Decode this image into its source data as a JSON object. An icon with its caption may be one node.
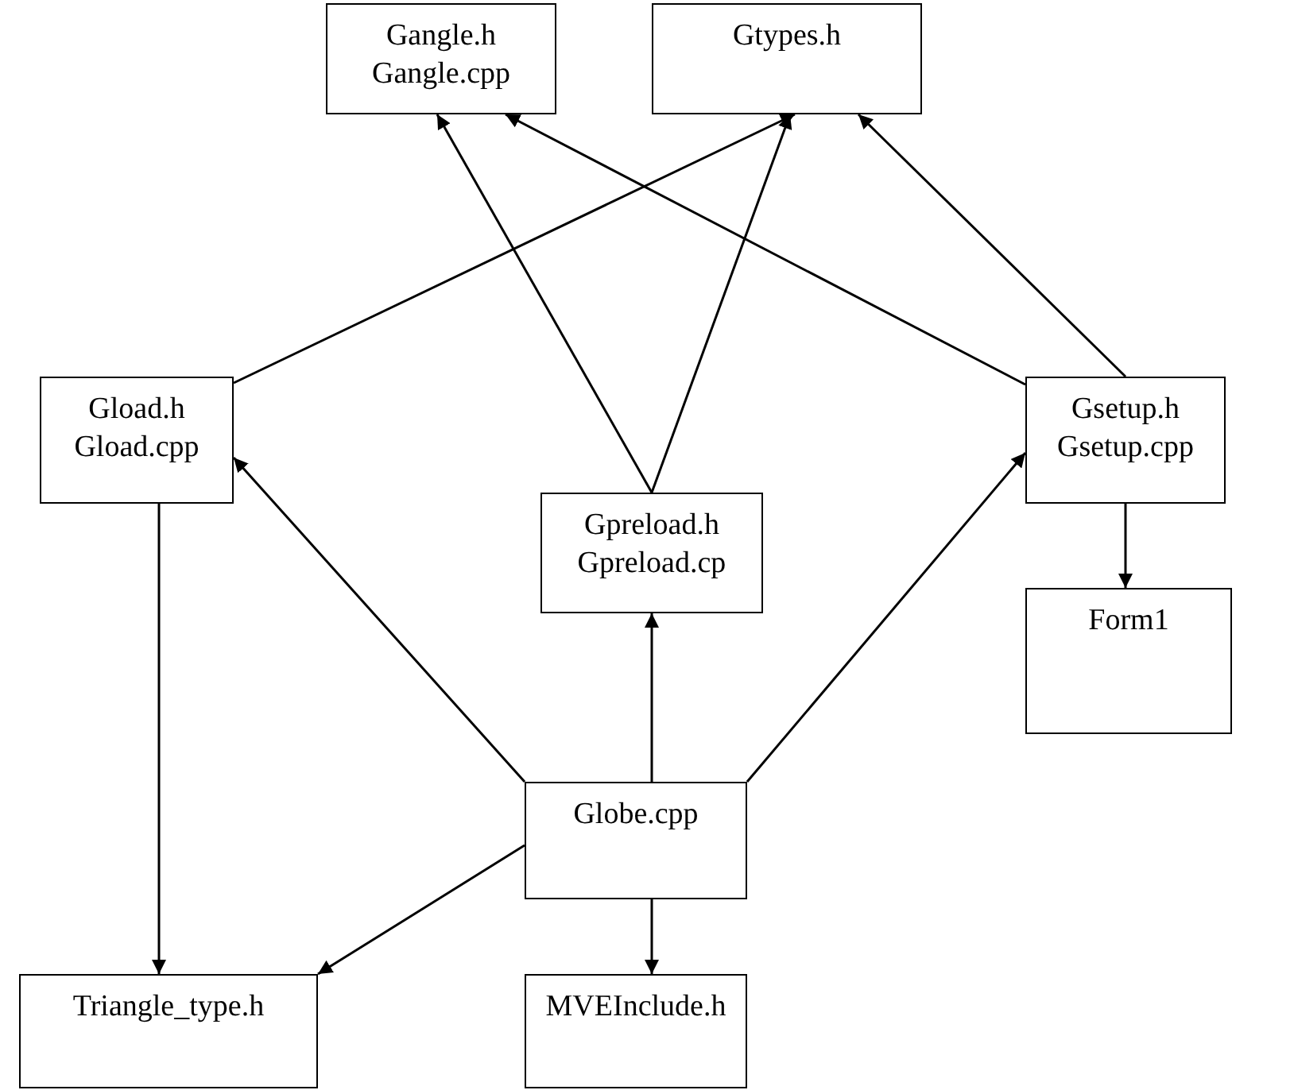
{
  "diagram": {
    "nodes": [
      {
        "text": [
          "Gangle.h",
          "Gangle.cpp"
        ]
      },
      {
        "text": [
          "Gtypes.h"
        ]
      },
      {
        "text": [
          "Gload.h",
          "Gload.cpp"
        ]
      },
      {
        "text": [
          "Gsetup.h",
          "Gsetup.cpp"
        ]
      },
      {
        "text": [
          "Gpreload.h",
          "Gpreload.cp"
        ]
      },
      {
        "text": [
          "Form1"
        ]
      },
      {
        "text": [
          "Globe.cpp"
        ]
      },
      {
        "text": [
          "Triangle_type.h"
        ]
      },
      {
        "text": [
          "MVEInclude.h"
        ]
      }
    ],
    "edges": [
      {
        "from": 2,
        "to": 1,
        "arrow": "to"
      },
      {
        "from": 3,
        "to": 0,
        "arrow": "to"
      },
      {
        "from": 3,
        "to": 1,
        "arrow": "to"
      },
      {
        "from": 4,
        "to": 0,
        "arrow": "to"
      },
      {
        "from": 4,
        "to": 1,
        "arrow": "to"
      },
      {
        "from": 3,
        "to": 5,
        "arrow": "to"
      },
      {
        "from": 6,
        "to": 2,
        "arrow": "to"
      },
      {
        "from": 6,
        "to": 4,
        "arrow": "to"
      },
      {
        "from": 6,
        "to": 3,
        "arrow": "to"
      },
      {
        "from": 2,
        "to": 7,
        "arrow": "to"
      },
      {
        "from": 6,
        "to": 7,
        "arrow": "to"
      },
      {
        "from": 6,
        "to": 8,
        "arrow": "to"
      }
    ]
  }
}
